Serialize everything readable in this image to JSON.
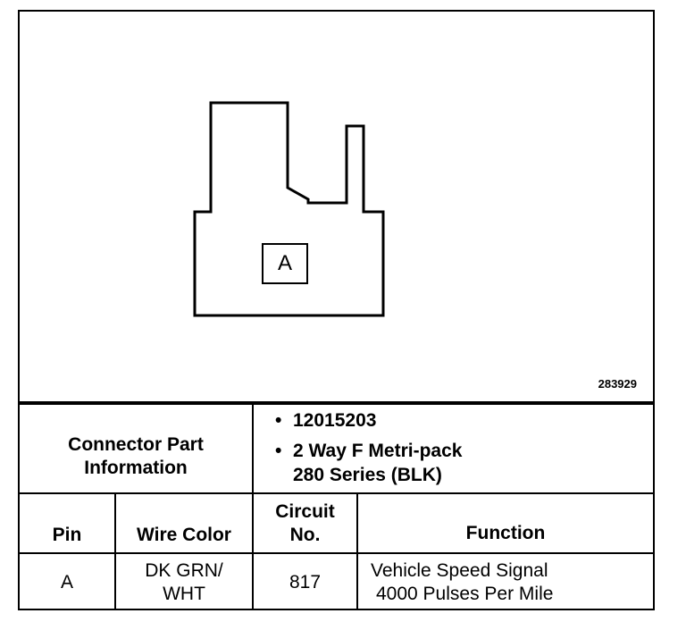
{
  "diagram": {
    "figure_number": "283929",
    "pin_label": "A"
  },
  "connector_info": {
    "title_line1": "Connector Part",
    "title_line2": "Information",
    "part_number": "12015203",
    "description_line1": "2 Way F Metri-pack",
    "description_line2": "280 Series (BLK)"
  },
  "headers": {
    "pin": "Pin",
    "wire_color": "Wire Color",
    "circuit_line1": "Circuit",
    "circuit_line2": "No.",
    "function": "Function"
  },
  "rows": [
    {
      "pin": "A",
      "wire_color_line1": "DK GRN/",
      "wire_color_line2": "WHT",
      "circuit": "817",
      "function_line1": "Vehicle Speed Signal",
      "function_line2": "4000 Pulses Per Mile"
    }
  ]
}
